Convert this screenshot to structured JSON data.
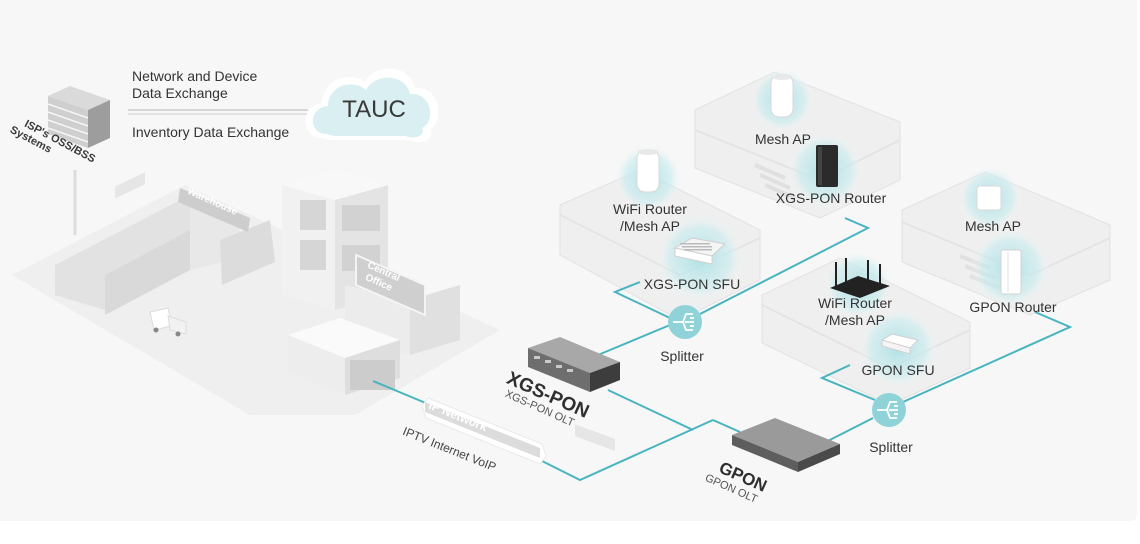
{
  "exchange": {
    "top_line1": "Network and Device",
    "top_line2": "Data Exchange",
    "bottom": "Inventory Data Exchange"
  },
  "cloud": {
    "label": "TAUC",
    "fill": "#d9eff1"
  },
  "oss": {
    "line1": "ISP's OSS/BSS",
    "line2": "Systems"
  },
  "buildings": {
    "warehouse": "Warehouse",
    "central_office_line1": "Central",
    "central_office_line2": "Office"
  },
  "ip_network": {
    "label": "IP Network",
    "services": "IPTV Internet VoIP"
  },
  "olts": {
    "xgs": {
      "title": "XGS-PON",
      "subtitle": "XGS-PON OLT"
    },
    "gpon": {
      "title": "GPON",
      "subtitle": "GPON OLT"
    }
  },
  "splitters": [
    {
      "label": "Splitter"
    },
    {
      "label": "Splitter"
    }
  ],
  "homes": [
    {
      "devices": [
        {
          "label_line1": "WiFi Router",
          "label_line2": "/Mesh AP"
        },
        {
          "label_line1": "XGS-PON SFU"
        }
      ]
    },
    {
      "devices": [
        {
          "label_line1": "Mesh AP"
        },
        {
          "label_line1": "XGS-PON Router"
        }
      ]
    },
    {
      "devices": [
        {
          "label_line1": "WiFi Router",
          "label_line2": "/Mesh AP"
        },
        {
          "label_line1": "GPON SFU"
        }
      ]
    },
    {
      "devices": [
        {
          "label_line1": "Mesh AP"
        },
        {
          "label_line1": "GPON Router"
        }
      ]
    }
  ],
  "colors": {
    "fiber": "#47b4bf",
    "glow": "#bfe6ea",
    "background": "#f7f7f7",
    "splitter": "#8fd3d9"
  }
}
